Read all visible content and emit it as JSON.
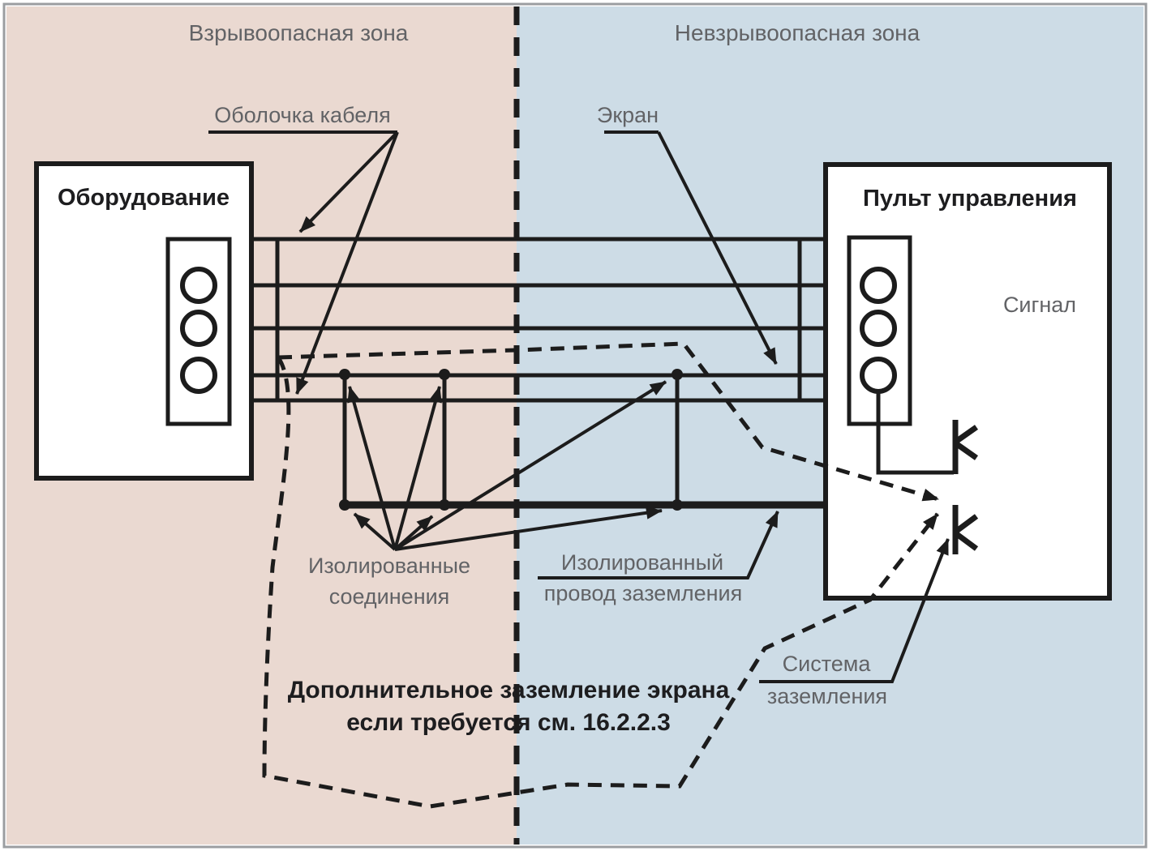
{
  "zones": {
    "hazardous": "Взрывоопасная зона",
    "non_hazardous": "Невзрывоопасная зона"
  },
  "boxes": {
    "equipment": "Оборудование",
    "control_panel": "Пульт управления"
  },
  "labels": {
    "cable_sheath": "Оболочка кабеля",
    "screen": "Экран",
    "signal": "Сигнал",
    "insulated_connections_line1": "Изолированные",
    "insulated_connections_line2": "соединения",
    "insulated_ground_wire_line1": "Изолированный",
    "insulated_ground_wire_line2": "провод заземления",
    "grounding_system_line1": "Система",
    "grounding_system_line2": "заземления",
    "additional_grounding_line1": "Дополнительное заземление экрана",
    "additional_grounding_line2": "если требуется см. 16.2.2.3"
  },
  "colors": {
    "hazardous_zone_bg": "#ead9d1",
    "non_hazardous_zone_bg": "#cddce6",
    "line": "#1c1c1c",
    "label_text": "#626366",
    "title_text": "#1d1d1f",
    "frame_border": "#9b9ea1",
    "box_bg": "#ffffff"
  }
}
